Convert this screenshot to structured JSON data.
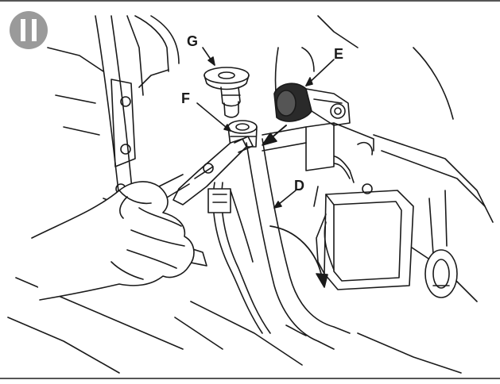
{
  "step_badge": {
    "symbol": "II",
    "color": "#9a9a9a"
  },
  "callouts": {
    "G": "G",
    "E": "E",
    "F": "F",
    "D": "D"
  },
  "colors": {
    "line": "#1a1a1a",
    "clamp_fill": "#2a2a2a",
    "background": "#ffffff"
  }
}
